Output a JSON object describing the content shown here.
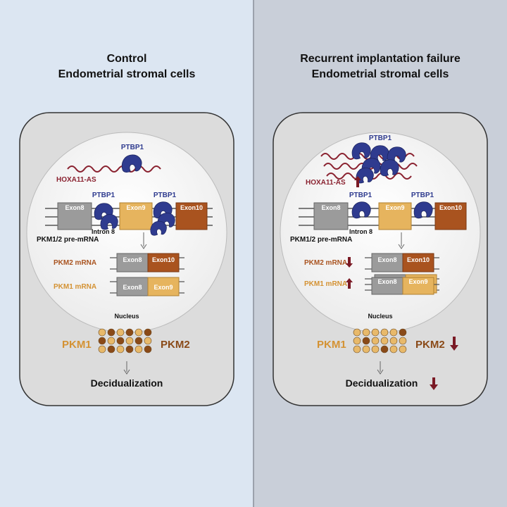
{
  "colors": {
    "left_bg": "#dce6f2",
    "right_bg": "#c9cfd9",
    "cell_fill": "#dcdcdc",
    "nucleus_fill": "#f4f4f4",
    "ptbp1": "#2f3b8f",
    "hoxa_rna": "#8a2230",
    "exon8": "#9b9b9b",
    "exon9": "#e6b45e",
    "exon10": "#a9531f",
    "pkm1_dot": "#e8b96a",
    "pkm2_dot": "#8a4a18",
    "arrow_red": "#7a1a25",
    "pkm1_text": "#d49233",
    "pkm2_text": "#8a4a18"
  },
  "left": {
    "title_line1": "Control",
    "title_line2": "Endometrial stromal cells",
    "ptbp1_top": "PTBP1",
    "hoxa_label": "HOXA11-AS",
    "ptbp1_a": "PTBP1",
    "ptbp1_b": "PTBP1",
    "exon8": "Exon8",
    "exon9": "Exon9",
    "exon10": "Exon10",
    "intron": "Intron 8",
    "premrna": "PKM1/2 pre-mRNA",
    "pkm2_mrna": "PKM2 mRNA",
    "pkm1_mrna": "PKM1 mRNA",
    "mrna_exon8_a": "Exon8",
    "mrna_exon10": "Exon10",
    "mrna_exon8_b": "Exon8",
    "mrna_exon9": "Exon9",
    "nucleus": "Nucleus",
    "pkm1": "PKM1",
    "pkm2": "PKM2",
    "decid": "Decidualization"
  },
  "right": {
    "title_line1": "Recurrent implantation failure",
    "title_line2": "Endometrial stromal cells",
    "ptbp1_top": "PTBP1",
    "hoxa_label": "HOXA11-AS",
    "ptbp1_a": "PTBP1",
    "ptbp1_b": "PTBP1",
    "exon8": "Exon8",
    "exon9": "Exon9",
    "exon10": "Exon10",
    "intron": "Intron 8",
    "premrna": "PKM1/2 pre-mRNA",
    "pkm2_mrna": "PKM2 mRNA",
    "pkm1_mrna": "PKM1 mRNA",
    "mrna_exon8_a": "Exon8",
    "mrna_exon10": "Exon10",
    "mrna_exon8_b": "Exon8",
    "mrna_exon9": "Exon9",
    "nucleus": "Nucleus",
    "pkm1": "PKM1",
    "pkm2": "PKM2",
    "decid": "Decidualization"
  }
}
